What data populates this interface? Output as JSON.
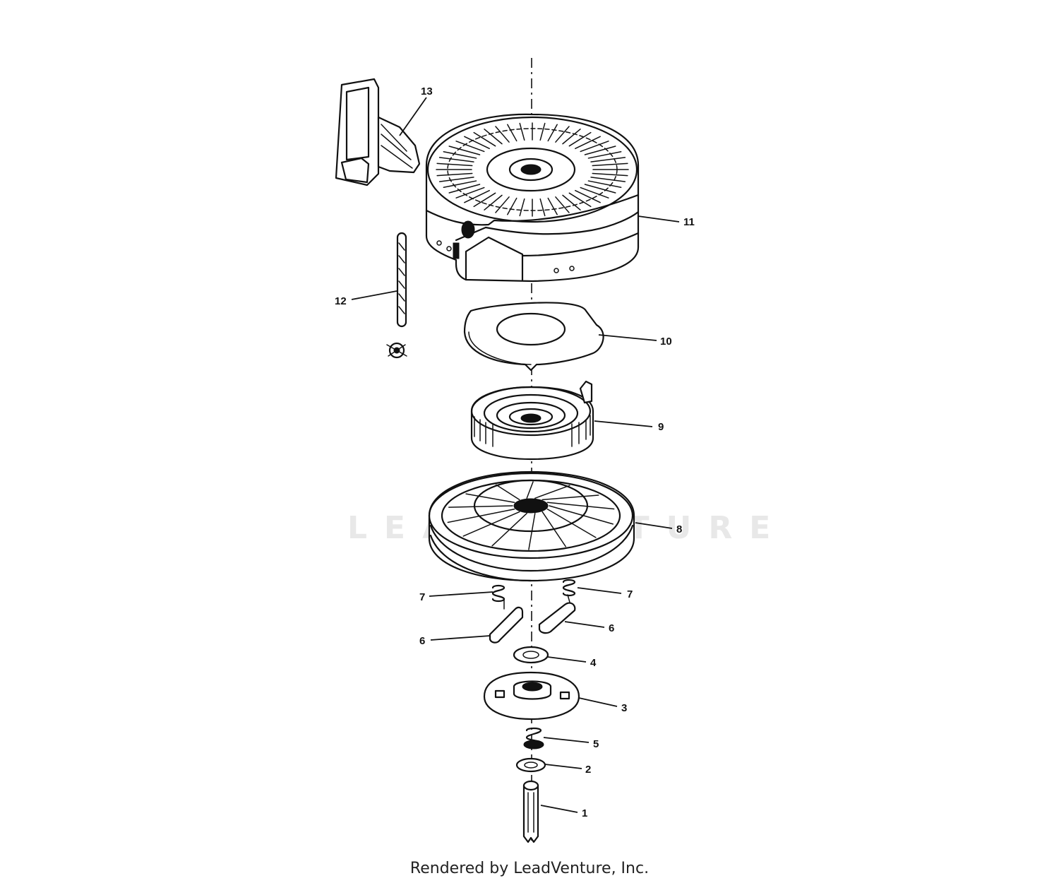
{
  "callouts": [
    "1",
    "2",
    "3",
    "4",
    "5",
    "6",
    "7",
    "8",
    "9",
    "10",
    "11",
    "12",
    "13"
  ],
  "watermark": "LEADVENTURE",
  "footer": {
    "credit": "Rendered by LeadVenture, Inc."
  }
}
